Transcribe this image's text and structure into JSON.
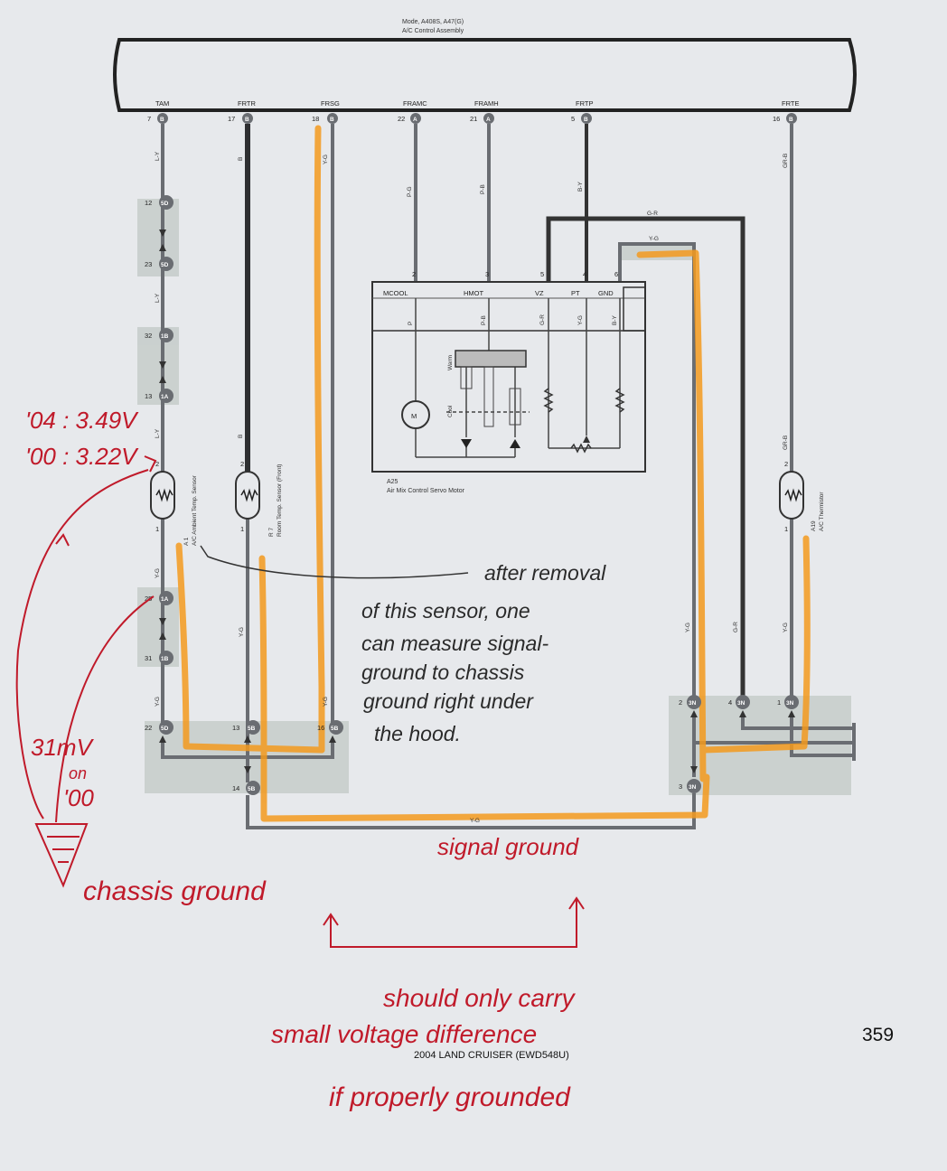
{
  "header": {
    "line1": "Mode, A408S, A47(G)",
    "line2": "A/C Control Assembly"
  },
  "terminals": [
    {
      "name": "TAM",
      "pin": "7",
      "letter": "B"
    },
    {
      "name": "FRTR",
      "pin": "17",
      "letter": "B"
    },
    {
      "name": "FRSG",
      "pin": "18",
      "letter": "B"
    },
    {
      "name": "FRAMC",
      "pin": "22",
      "letter": "A"
    },
    {
      "name": "FRAMH",
      "pin": "21",
      "letter": "A"
    },
    {
      "name": "FRTP",
      "pin": "5",
      "letter": "B"
    },
    {
      "name": "FRTE",
      "pin": "16",
      "letter": "B"
    }
  ],
  "wire_colors": {
    "ly": "L-Y",
    "b": "B",
    "yg": "Y-G",
    "pg": "P-G",
    "pb": "P-B",
    "by": "B-Y",
    "gr": "G-R",
    "grb": "GR-B"
  },
  "connectors": {
    "c5d_12": {
      "pin": "12",
      "code": "5D"
    },
    "c5d_23": {
      "pin": "23",
      "code": "5D"
    },
    "c1b_32": {
      "pin": "32",
      "code": "1B"
    },
    "c1a_13": {
      "pin": "13",
      "code": "1A"
    },
    "c1a_25": {
      "pin": "25",
      "code": "1A"
    },
    "c1b_31": {
      "pin": "31",
      "code": "1B"
    },
    "c5d_22": {
      "pin": "22",
      "code": "5D"
    },
    "c5b_13": {
      "pin": "13",
      "code": "5B"
    },
    "c5b_16": {
      "pin": "16",
      "code": "5B"
    },
    "c5b_14": {
      "pin": "14",
      "code": "5B"
    },
    "c3n_2": {
      "pin": "2",
      "code": "3N"
    },
    "c3n_4": {
      "pin": "4",
      "code": "3N"
    },
    "c3n_1": {
      "pin": "1",
      "code": "3N"
    },
    "c3n_3": {
      "pin": "3",
      "code": "3N"
    }
  },
  "sensor_pins": {
    "s2": "2",
    "s1": "1",
    "r2": "2",
    "r1": "1",
    "t2": "2",
    "t1": "1"
  },
  "sensors": {
    "a1": {
      "code": "A 1",
      "desc": "A/C Ambient Temp. Sensor"
    },
    "r7": {
      "code": "R 7",
      "desc": "Room Temp. Sensor (Front)"
    },
    "a19": {
      "code": "A19",
      "desc": "A/C Thermistor"
    }
  },
  "motor": {
    "code": "A25",
    "title": "Air Mix Control Servo Motor",
    "pins": {
      "p1": "2",
      "p2": "3",
      "p3": "5",
      "p4": "4",
      "p5": "6"
    },
    "labels": {
      "l1": "MCOOL",
      "l2": "HMOT",
      "l3": "VZ",
      "l4": "PT",
      "l5": "GND"
    },
    "inner_wires": {
      "w1": "P",
      "w2": "P-B",
      "w3": "G-R",
      "w4": "Y-G",
      "w5": "B-Y"
    },
    "warm": "Warm",
    "cool": "Cool",
    "m": "M"
  },
  "annotations": {
    "v04": "'04 : 3.49V",
    "v00": "'00 : 3.22V",
    "after_removal_1": "after removal",
    "after_removal_2": "of this sensor, one",
    "after_removal_3": "can measure signal-",
    "after_removal_4": "ground to chassis",
    "after_removal_5": "ground right under",
    "after_removal_6": "the hood.",
    "mv_1": "31mV",
    "mv_2": "on",
    "mv_3": "'00",
    "chassis_ground": "chassis ground",
    "signal_ground": "signal ground",
    "should_1": "should only carry",
    "should_2": "small voltage difference",
    "should_3": "if properly grounded"
  },
  "page_number": "359",
  "footer": "2004 LAND CRUISER (EWD548U)",
  "colors": {
    "paper": "#e7e9ec",
    "wire": "#6a6d72",
    "wire_dark": "#333333",
    "highlight": "#f39a1e",
    "pen_red": "#c01a2a",
    "shade": "#c4cac8"
  }
}
